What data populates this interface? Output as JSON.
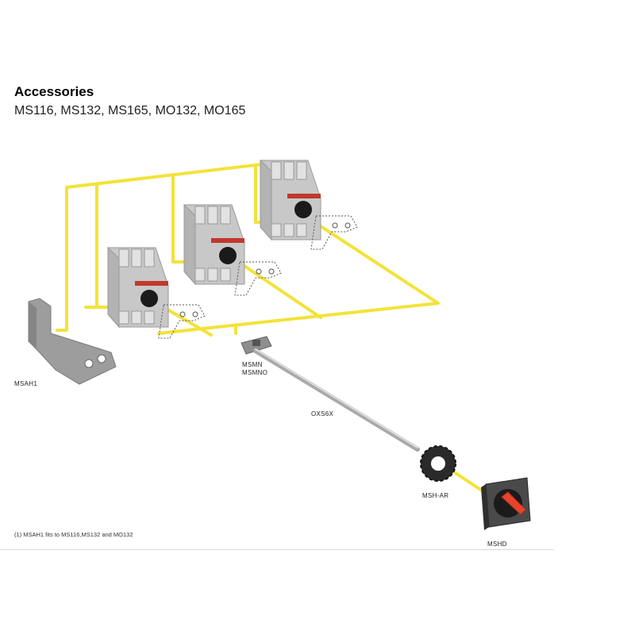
{
  "header": {
    "title": "Accessories",
    "subtitle": "MS116, MS132, MS165, MO132, MO165"
  },
  "labels": {
    "msah1": "MSAH1",
    "msmn": "MSMN",
    "msmno": "MSMNO",
    "oxs6x": "OXS6X",
    "msh_ar": "MSH-AR",
    "mshd": "MSHD"
  },
  "footnote": "(1) MSAH1 fits to MS116,MS132 and MO132",
  "colors": {
    "connector": "#f2e33a",
    "device_body": "#c8c8c8",
    "red_stripe": "#c0392b",
    "knob": "#1a1a1a",
    "handle_red": "#e8432b"
  }
}
